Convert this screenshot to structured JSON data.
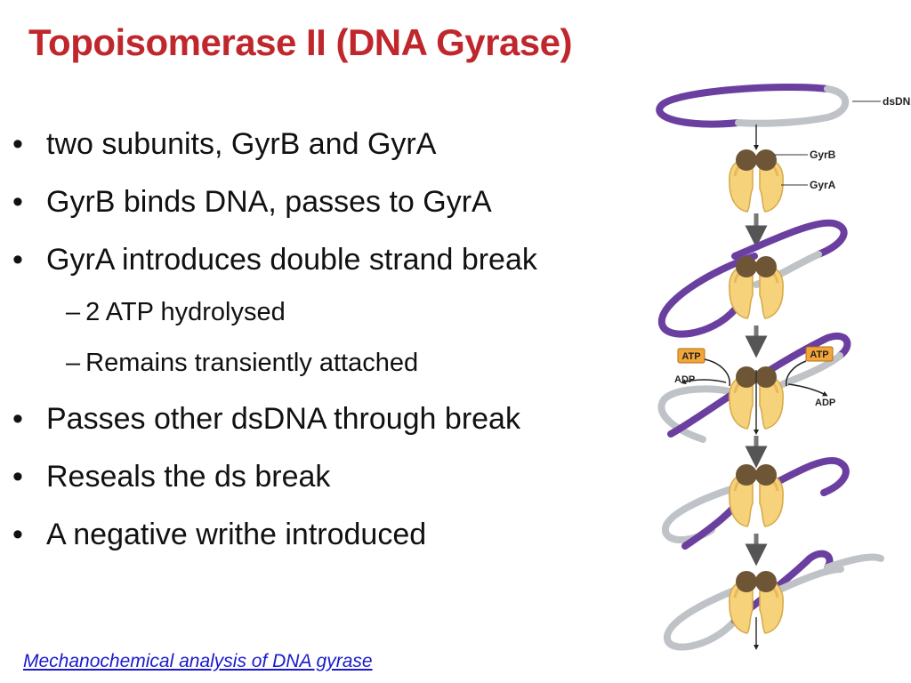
{
  "slide": {
    "title": "Topoisomerase II (DNA Gyrase)",
    "bullets": [
      {
        "level": 1,
        "text": "two subunits, GyrB and GyrA"
      },
      {
        "level": 1,
        "text": "GyrB binds DNA, passes to GyrA"
      },
      {
        "level": 1,
        "text": "GyrA introduces double strand break"
      },
      {
        "level": 2,
        "text": "2 ATP hydrolysed"
      },
      {
        "level": 2,
        "text": "Remains transiently attached"
      },
      {
        "level": 1,
        "text": "Passes other dsDNA through break"
      },
      {
        "level": 1,
        "text": "Reseals the ds break"
      },
      {
        "level": 1,
        "text": "A negative writhe introduced"
      }
    ],
    "bullet_symbol": "•",
    "sub_bullet_symbol": "–",
    "link_text": "Mechanochemical analysis of DNA gyrase"
  },
  "diagram": {
    "labels": {
      "dsdna": "dsDNA",
      "gyrb": "GyrB",
      "gyra": "GyrA",
      "atp_left": "ATP",
      "atp_right": "ATP",
      "adp_left": "ADP",
      "adp_right": "ADP"
    },
    "colors": {
      "dna_purple": "#6B3FA0",
      "dna_grey": "#BFC3C8",
      "gyra_yellow": "#F6D27A",
      "gyrb_brown": "#6E5536",
      "atp_badge": "#F3A53A",
      "arrow": "#7A7A7A"
    }
  }
}
